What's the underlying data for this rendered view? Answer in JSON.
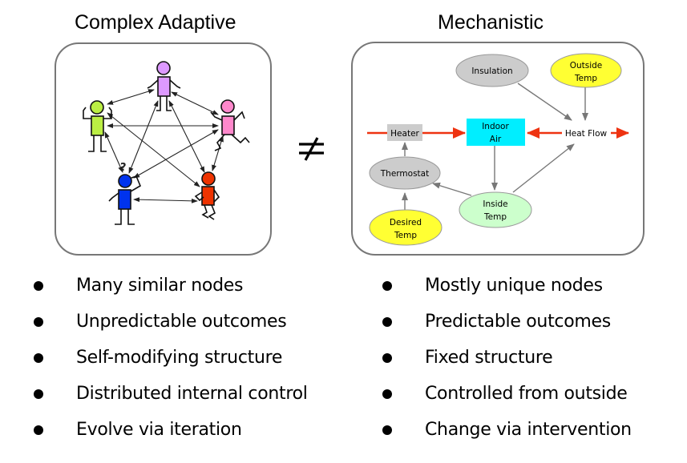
{
  "left": {
    "title": "Complex Adaptive",
    "agents": [
      {
        "name": "purple-agent",
        "color": "#dd99ff"
      },
      {
        "name": "green-agent",
        "color": "#bbee44"
      },
      {
        "name": "pink-agent",
        "color": "#ff88cc"
      },
      {
        "name": "blue-agent",
        "color": "#0033ee",
        "label": "?"
      },
      {
        "name": "red-agent",
        "color": "#ee3300"
      }
    ],
    "bullets": [
      "Many similar nodes",
      "Unpredictable outcomes",
      "Self-modifying structure",
      "Distributed internal control",
      "Evolve via iteration"
    ]
  },
  "separator": "≠",
  "right": {
    "title": "Mechanistic",
    "nodes": {
      "insulation": {
        "lines": [
          "Insulation"
        ],
        "fill": "#cccccc"
      },
      "outside_temp": {
        "lines": [
          "Outside",
          "Temp"
        ],
        "fill": "#ffff33"
      },
      "heater": {
        "lines": [
          "Heater"
        ],
        "fill": "#cccccc"
      },
      "indoor_air": {
        "lines": [
          "Indoor",
          "Air"
        ],
        "fill": "#00eeff"
      },
      "heat_flow": {
        "lines": [
          "Heat Flow"
        ],
        "fill": "#ffffff"
      },
      "thermostat": {
        "lines": [
          "Thermostat"
        ],
        "fill": "#cccccc"
      },
      "inside_temp": {
        "lines": [
          "Inside",
          "Temp"
        ],
        "fill": "#ccffcc"
      },
      "desired_temp": {
        "lines": [
          "Desired",
          "Temp"
        ],
        "fill": "#ffff33"
      }
    },
    "flow_color": "#ee3311",
    "link_color": "#777777",
    "bullets": [
      "Mostly unique nodes",
      "Predictable outcomes",
      "Fixed structure",
      "Controlled from outside",
      "Change via intervention"
    ]
  }
}
